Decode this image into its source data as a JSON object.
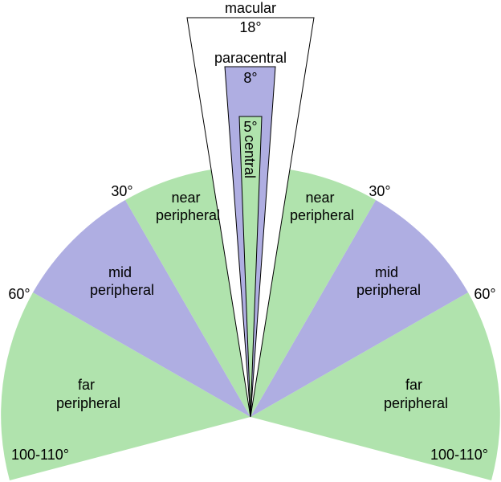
{
  "colors": {
    "far": "#b0e3ad",
    "mid": "#afaee2",
    "near": "#b0e3ad",
    "macular": "#ffffff",
    "paracentral": "#afaee2",
    "central": "#b0e3ad",
    "stroke": "#000000",
    "background": "#ffffff"
  },
  "labels": {
    "far_left": [
      "far",
      "peripheral"
    ],
    "mid_left": [
      "mid",
      "peripheral"
    ],
    "near_left": [
      "near",
      "peripheral"
    ],
    "near_right": [
      "near",
      "peripheral"
    ],
    "mid_right": [
      "mid",
      "peripheral"
    ],
    "far_right": [
      "far",
      "peripheral"
    ],
    "macular": "macular",
    "macular_angle": "18°",
    "paracentral": "paracentral",
    "paracentral_angle": "8°",
    "central_angle": "5°",
    "central": "central"
  },
  "angles": {
    "left_30": "30°",
    "right_30": "30°",
    "left_60": "60°",
    "right_60": "60°",
    "left_100": "100-110°",
    "right_100": "100-110°"
  }
}
